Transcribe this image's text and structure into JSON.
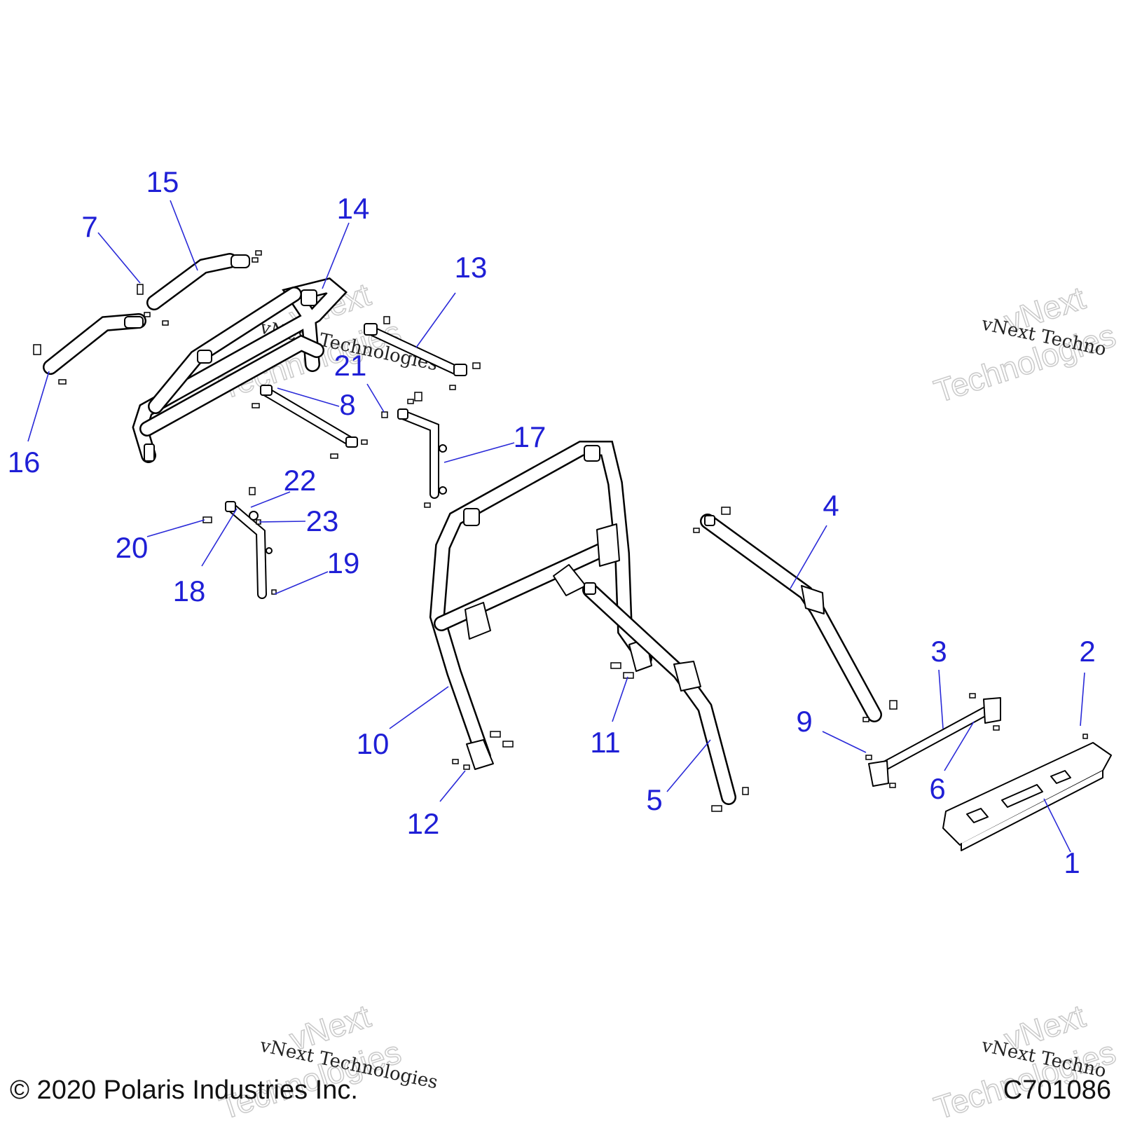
{
  "diagram": {
    "callouts": [
      {
        "id": "c1",
        "label": "1"
      },
      {
        "id": "c2",
        "label": "2"
      },
      {
        "id": "c3",
        "label": "3"
      },
      {
        "id": "c4",
        "label": "4"
      },
      {
        "id": "c5",
        "label": "5"
      },
      {
        "id": "c6",
        "label": "6"
      },
      {
        "id": "c7",
        "label": "7"
      },
      {
        "id": "c8",
        "label": "8"
      },
      {
        "id": "c9",
        "label": "9"
      },
      {
        "id": "c10",
        "label": "10"
      },
      {
        "id": "c11",
        "label": "11"
      },
      {
        "id": "c12",
        "label": "12"
      },
      {
        "id": "c13",
        "label": "13"
      },
      {
        "id": "c14",
        "label": "14"
      },
      {
        "id": "c15",
        "label": "15"
      },
      {
        "id": "c16",
        "label": "16"
      },
      {
        "id": "c17",
        "label": "17"
      },
      {
        "id": "c18",
        "label": "18"
      },
      {
        "id": "c19",
        "label": "19"
      },
      {
        "id": "c20",
        "label": "20"
      },
      {
        "id": "c21",
        "label": "21"
      },
      {
        "id": "c22",
        "label": "22"
      },
      {
        "id": "c23",
        "label": "23"
      }
    ],
    "callout_color": "#1f1fd6"
  },
  "watermark": {
    "line1": "vNext",
    "line2": "Technologies",
    "caption": "vNext Technologies",
    "caption_partial": "vNext Techno"
  },
  "footer": {
    "copyright": "© 2020 Polaris Industries Inc.",
    "figure_code": "C701086"
  }
}
